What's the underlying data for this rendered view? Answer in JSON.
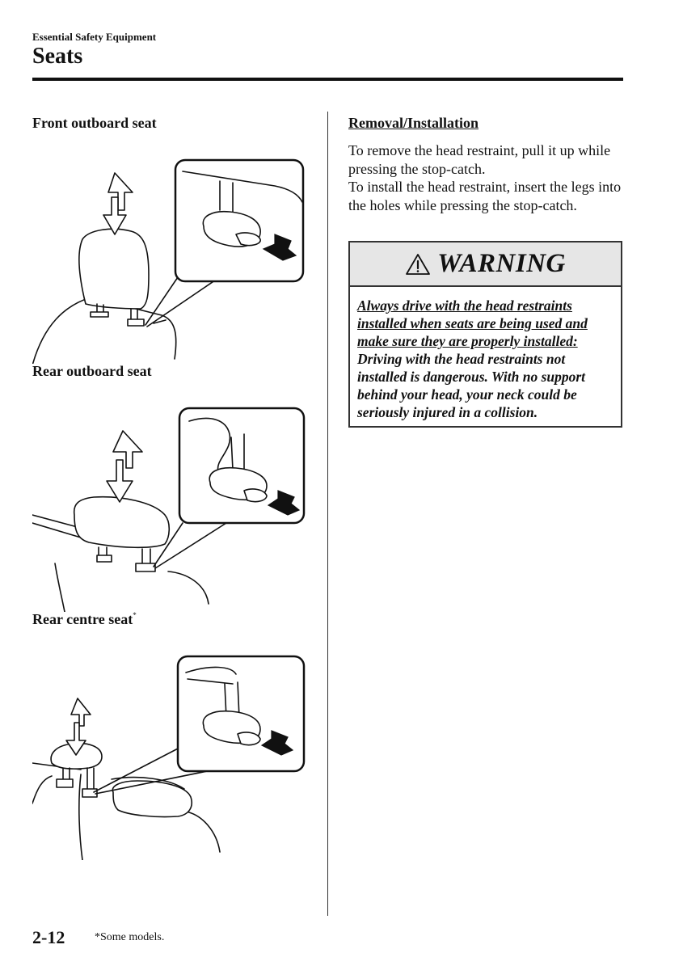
{
  "header": {
    "section": "Essential Safety Equipment",
    "title": "Seats"
  },
  "left_column": {
    "figures": [
      {
        "heading": "Front outboard seat"
      },
      {
        "heading": "Rear outboard seat"
      },
      {
        "heading": "Rear centre seat",
        "marker": "*"
      }
    ]
  },
  "right_column": {
    "subheading": "Removal/Installation",
    "paragraphs": [
      "To remove the head restraint, pull it up while pressing the stop-catch.",
      "To install the head restraint, insert the legs into the holes while pressing the stop-catch."
    ],
    "warning": {
      "icon": "warning-triangle-icon",
      "title": "WARNING",
      "underlined_text": "Always drive with the head restraints installed when seats are being used and make sure they are properly installed:",
      "text": "Driving with the head restraints not installed is dangerous. With no support behind your head, your neck could be seriously injured in a collision."
    }
  },
  "footer": {
    "page_number": "2-12",
    "footnote": "*Some models."
  }
}
